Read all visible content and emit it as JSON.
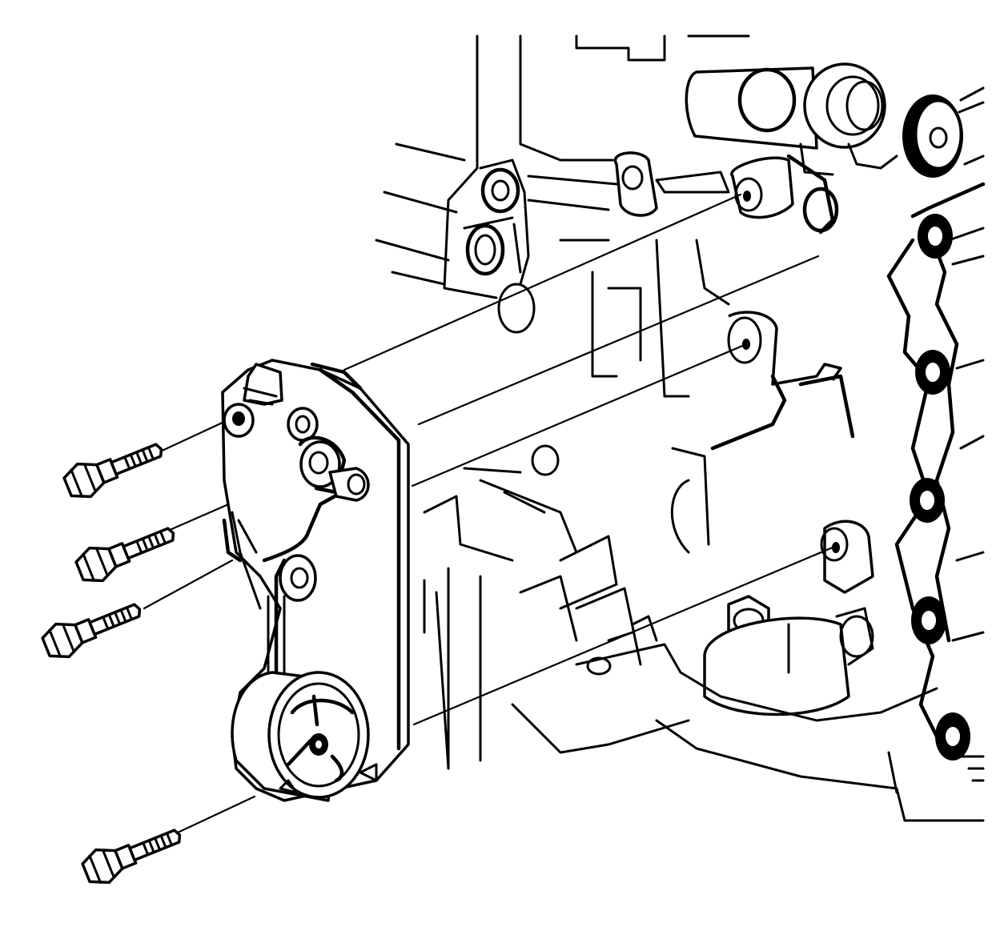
{
  "diagram": {
    "subject": "bracket-to-engine-block-exploded-view",
    "stroke_color": "#000000",
    "background_color": "#ffffff",
    "bolt_count": 4,
    "alignment_lines": 5
  }
}
